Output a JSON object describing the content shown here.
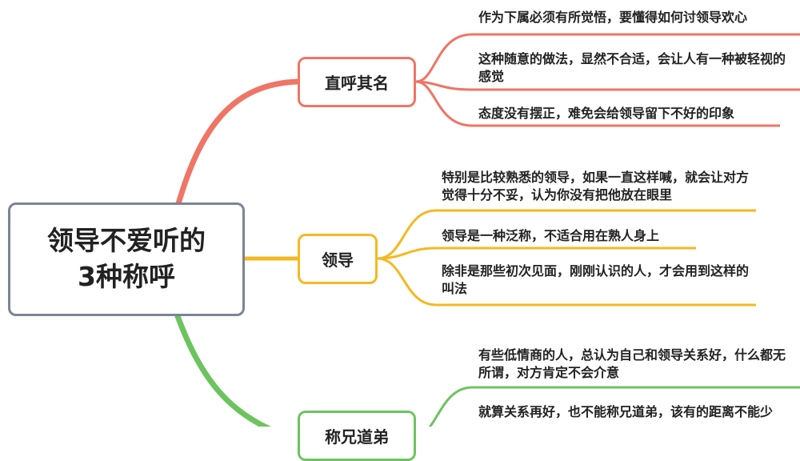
{
  "root": {
    "label": "领导不爱听的3种称呼"
  },
  "colors": {
    "root_border": "#7a8595",
    "branch_1": "#ef7565",
    "branch_2": "#f5b822",
    "branch_3": "#6cc45e"
  },
  "branches": [
    {
      "label": "直呼其名",
      "leaves": [
        "作为下属必须有所觉悟，要懂得如何讨领导欢心",
        "这种随意的做法，显然不合适，会让人有一种被轻视的感觉",
        "态度没有摆正，难免会给领导留下不好的印象"
      ]
    },
    {
      "label": "领导",
      "leaves": [
        "特别是比较熟悉的领导，如果一直这样喊，就会让对方觉得十分不妥，认为你没有把他放在眼里",
        "领导是一种泛称，不适合用在熟人身上",
        "除非是那些初次见面，刚刚认识的人，才会用到这样的叫法"
      ]
    },
    {
      "label": "称兄道弟",
      "leaves": [
        "有些低情商的人，总认为自己和领导关系好，什么都无所谓，对方肯定不会介意",
        "就算关系再好，也不能称兄道弟，该有的距离不能少"
      ]
    }
  ]
}
